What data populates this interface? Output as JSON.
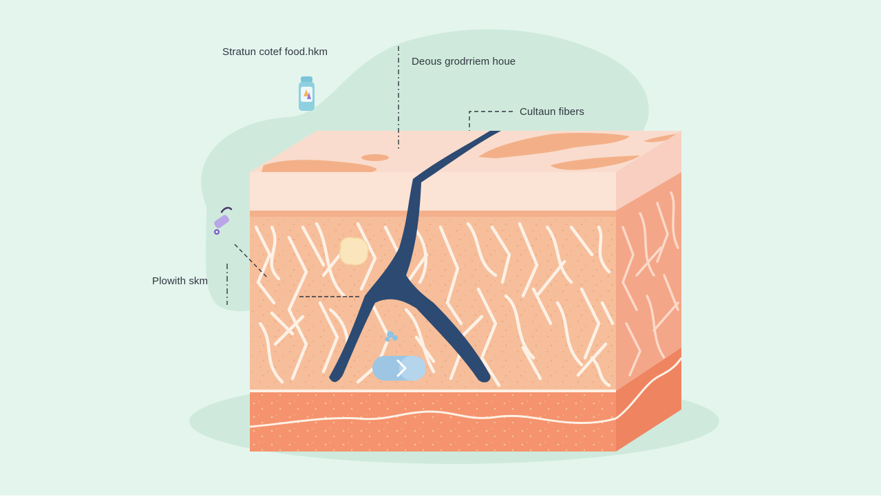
{
  "diagram": {
    "labels": {
      "top_left": "Stratun cotef food.hkm",
      "top_center": "Deous grodrriem houe",
      "right": "Cultaun fibers",
      "left": "Plowith skm"
    },
    "colors": {
      "background": "#e4f5ee",
      "blob": "#cfeadc",
      "epidermis_top": "#f9dccd",
      "epidermis_front": "#fbe3d6",
      "dermis": "#f6be9a",
      "hypodermis": "#f4936d",
      "side_face": "#f4a688",
      "vessel": "#2c4a72",
      "fibers": "#fdf1e6",
      "capsule": "#9cc6e4"
    },
    "icons": [
      "bottle-icon",
      "syringe-icon",
      "fat-cell-icon",
      "capsule-icon",
      "water-droplet-icon"
    ]
  }
}
